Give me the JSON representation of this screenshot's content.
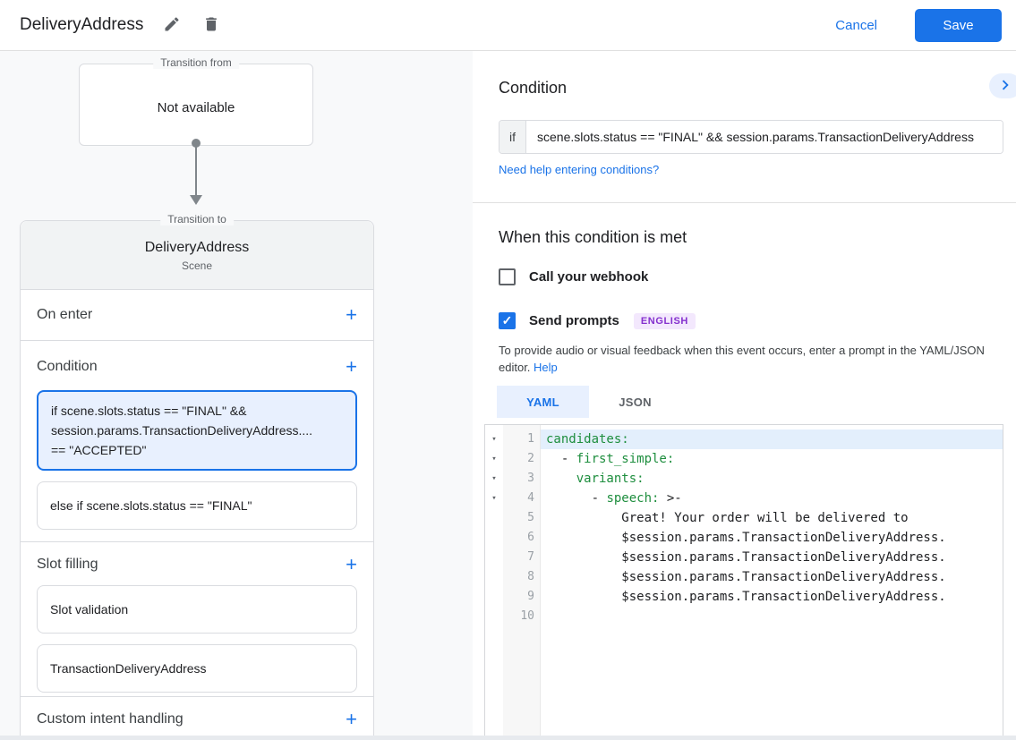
{
  "colors": {
    "accent": "#1a73e8",
    "selected_card_bg": "#e8f0fe",
    "code_green": "#1e8e3e",
    "badge_purple": "#8430ce",
    "badge_bg": "#f3e8fd"
  },
  "topbar": {
    "title": "DeliveryAddress",
    "cancel_label": "Cancel",
    "save_label": "Save"
  },
  "flow": {
    "transition_from": {
      "label": "Transition from",
      "value": "Not available"
    },
    "transition_to": {
      "label": "Transition to",
      "name": "DeliveryAddress",
      "type": "Scene"
    },
    "sections": {
      "on_enter": "On enter",
      "condition": "Condition",
      "slot_filling": "Slot filling",
      "custom_intent": "Custom intent handling"
    },
    "condition_cards": {
      "selected_line1": "if scene.slots.status == \"FINAL\" &&",
      "selected_line2": "session.params.TransactionDeliveryAddress....",
      "selected_line3": "== \"ACCEPTED\"",
      "else_card": "else if scene.slots.status == \"FINAL\""
    },
    "slot_cards": {
      "validation": "Slot validation",
      "transaction": "TransactionDeliveryAddress"
    }
  },
  "panel": {
    "condition_title": "Condition",
    "if_label": "if",
    "if_value": "scene.slots.status == \"FINAL\" && session.params.TransactionDeliveryAddress",
    "help_link": "Need help entering conditions?",
    "when_met_title": "When this condition is met",
    "webhook_label": "Call your webhook",
    "prompts_label": "Send prompts",
    "language_badge": "ENGLISH",
    "helper_text": "To provide audio or visual feedback when this event occurs, enter a prompt in the YAML/JSON editor.",
    "helper_link": "Help",
    "tabs": {
      "yaml": "YAML",
      "json": "JSON"
    }
  },
  "editor": {
    "lines": [
      {
        "num": "1",
        "tokens": [
          {
            "text": "candidates:"
          }
        ]
      },
      {
        "num": "2",
        "tokens": [
          {
            "text": "  - "
          },
          {
            "text": "first_simple:"
          }
        ]
      },
      {
        "num": "3",
        "tokens": [
          {
            "text": "    "
          },
          {
            "text": "variants:"
          }
        ]
      },
      {
        "num": "4",
        "tokens": [
          {
            "text": "      - "
          },
          {
            "text": "speech:"
          },
          {
            "text": " >-"
          }
        ]
      },
      {
        "num": "5",
        "tokens": [
          {
            "text": "          Great! Your order will be delivered to"
          }
        ]
      },
      {
        "num": "6",
        "tokens": [
          {
            "text": "          $session.params.TransactionDeliveryAddress."
          }
        ]
      },
      {
        "num": "7",
        "tokens": [
          {
            "text": "          $session.params.TransactionDeliveryAddress."
          }
        ]
      },
      {
        "num": "8",
        "tokens": [
          {
            "text": "          $session.params.TransactionDeliveryAddress."
          }
        ]
      },
      {
        "num": "9",
        "tokens": [
          {
            "text": "          $session.params.TransactionDeliveryAddress."
          }
        ]
      },
      {
        "num": "10",
        "tokens": []
      }
    ]
  }
}
